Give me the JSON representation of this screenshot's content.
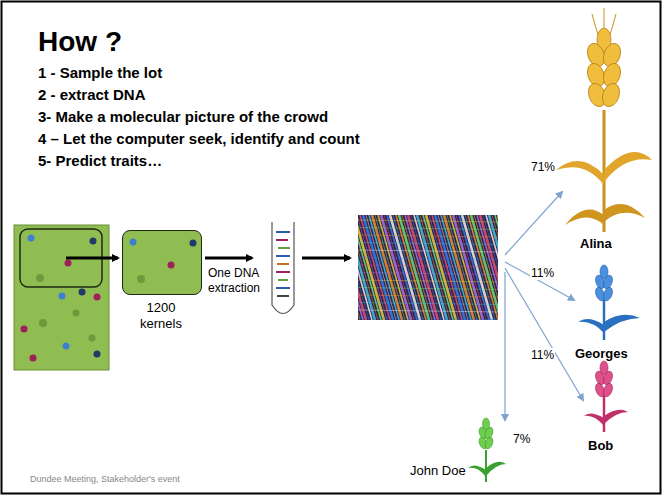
{
  "diagram": {
    "title": "How ?",
    "nodes": [
      {
        "text": [
          "1200 kernels"
        ]
      }
    ],
    "labels": [
      "1 - Sample the lot",
      "2 - extract DNA",
      "3- Make a molecular picture of the crowd",
      "4 – Let the computer seek, identify and count",
      "5- Predict traits…",
      "One DNA extraction",
      "71%",
      "11%",
      "11%",
      "7%",
      "Alina",
      "Georges",
      "Bob",
      "John Doe",
      "Dundee Meeting, Stakeholder's event"
    ]
  }
}
